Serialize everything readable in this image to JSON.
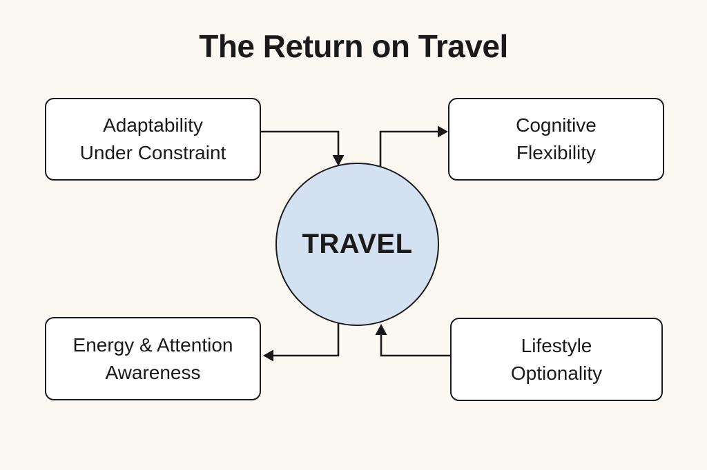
{
  "title": "The Return on Travel",
  "center": {
    "label": "TRAVEL"
  },
  "nodes": [
    {
      "id": "adaptability-under-constraint",
      "lines": [
        "Adaptability",
        "Under Constraint"
      ]
    },
    {
      "id": "cognitive-flexibility",
      "lines": [
        "Cognitive",
        "Flexibility"
      ]
    },
    {
      "id": "energy-attention-awareness",
      "lines": [
        "Energy & Attention",
        "Awareness"
      ]
    },
    {
      "id": "lifestyle-optionality",
      "lines": [
        "Lifestyle",
        "Optionality"
      ]
    }
  ],
  "edges": [
    {
      "from": "Adaptability Under Constraint",
      "to": "TRAVEL"
    },
    {
      "from": "TRAVEL",
      "to": "Cognitive Flexibility"
    },
    {
      "from": "TRAVEL",
      "to": "Energy & Attention Awareness"
    },
    {
      "from": "Lifestyle Optionality",
      "to": "TRAVEL"
    }
  ],
  "colors": {
    "background": "#FAF8F1",
    "node_fill": "#FFFFFF",
    "node_border": "#1A1A1A",
    "center_fill": "#D4E1F1",
    "text": "#1A1A1A",
    "arrow_color": "#1A1A1A"
  }
}
